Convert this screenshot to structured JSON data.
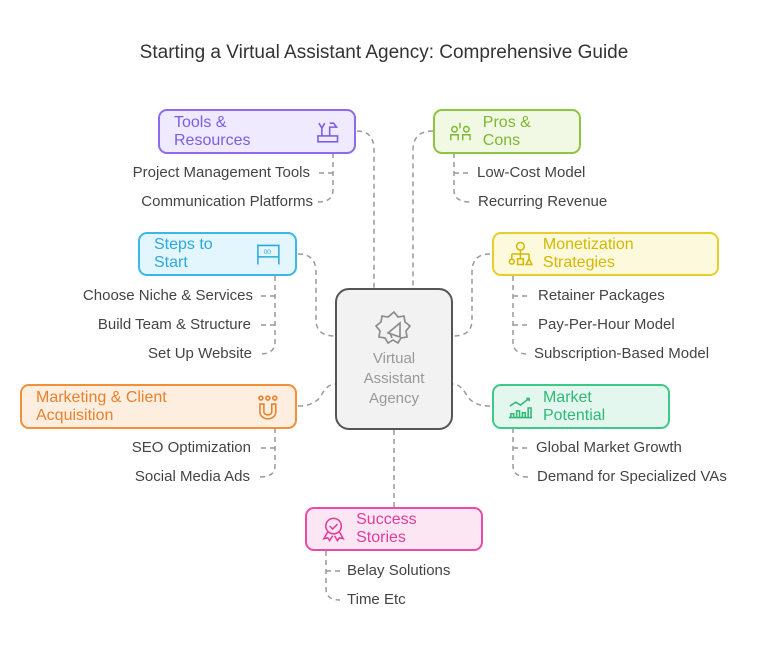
{
  "title": "Starting a Virtual Assistant Agency: Comprehensive Guide",
  "center": {
    "line1": "Virtual",
    "line2": "Assistant",
    "line3": "Agency",
    "icon": "gear-megaphone-icon"
  },
  "branches": [
    {
      "label": "Tools & Resources",
      "icon": "tools-icon",
      "color": "#8b6cf0",
      "items": [
        "Project Management Tools",
        "Communication Platforms"
      ]
    },
    {
      "label": "Pros & Cons",
      "icon": "people-money-icon",
      "color": "#8cc63f",
      "items": [
        "Low-Cost Model",
        "Recurring Revenue"
      ]
    },
    {
      "label": "Steps to Start",
      "icon": "start-banner-icon",
      "color": "#3bb8e8",
      "items": [
        "Choose Niche & Services",
        "Build Team & Structure",
        "Set Up Website"
      ]
    },
    {
      "label": "Monetization Strategies",
      "icon": "org-money-icon",
      "color": "#e0c820",
      "items": [
        "Retainer Packages",
        "Pay-Per-Hour Model",
        "Subscription-Based Model"
      ]
    },
    {
      "label": "Marketing & Client Acquisition",
      "icon": "magnet-icon",
      "color": "#f0913a",
      "items": [
        "SEO Optimization",
        "Social Media Ads"
      ]
    },
    {
      "label": "Market Potential",
      "icon": "growth-chart-icon",
      "color": "#3ec98a",
      "items": [
        "Global Market Growth",
        "Demand for Specialized VAs"
      ]
    },
    {
      "label": "Success Stories",
      "icon": "award-icon",
      "color": "#e94ba8",
      "items": [
        "Belay Solutions",
        "Time Etc"
      ]
    }
  ]
}
